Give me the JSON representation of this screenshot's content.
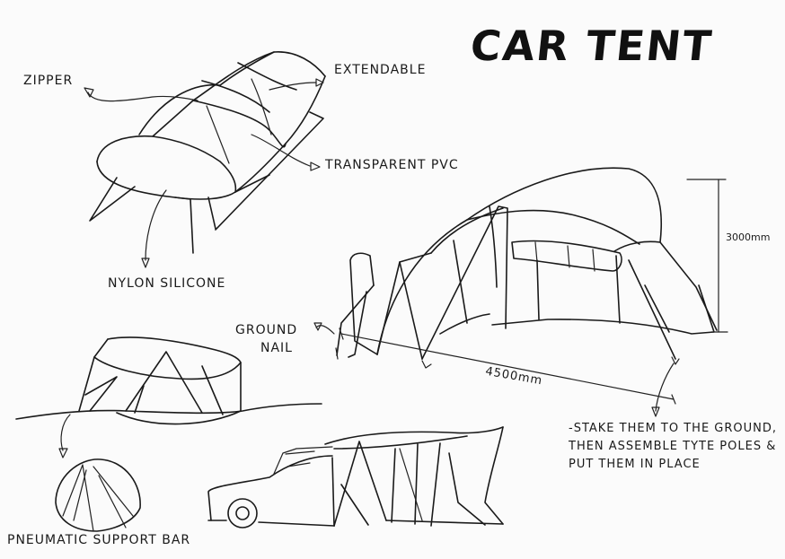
{
  "title": "CAR TENT",
  "labels": {
    "zipper": "ZIPPER",
    "extendable": "EXTENDABLE",
    "transparent_pvc": "TRANSPARENT PVC",
    "nylon_silicone": "NYLON SILICONE",
    "ground_nail_line1": "GROUND",
    "ground_nail_line2": "NAIL",
    "height": "3000mm",
    "length": "4500mm",
    "pneumatic_support_bar": "PNEUMATIC SUPPORT BAR"
  },
  "note": "-STAKE THEM TO THE GROUND, THEN ASSEMBLE TYTE POLES & PUT THEM IN PLACE"
}
